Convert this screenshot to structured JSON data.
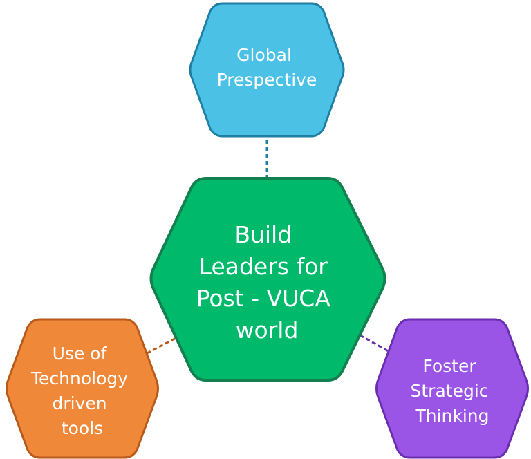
{
  "center": {
    "lines": [
      "Build",
      "Leaders for",
      "Post - VUCA",
      "world"
    ],
    "fill": "#00b96b",
    "stroke": "#12804f"
  },
  "nodes": [
    {
      "id": "top",
      "lines": [
        "Global",
        "Prespective"
      ],
      "fill": "#4bc1e6",
      "stroke": "#1f7fa3",
      "connector": "#1f7fa3"
    },
    {
      "id": "left",
      "lines": [
        "Use of",
        "Technology",
        "driven",
        "tools"
      ],
      "fill": "#f0883a",
      "stroke": "#b85a1a",
      "connector": "#b85a1a"
    },
    {
      "id": "right",
      "lines": [
        "Foster",
        "Strategic",
        "Thinking"
      ],
      "fill": "#9a55e6",
      "stroke": "#6a2eb0",
      "connector": "#6a2eb0"
    }
  ]
}
